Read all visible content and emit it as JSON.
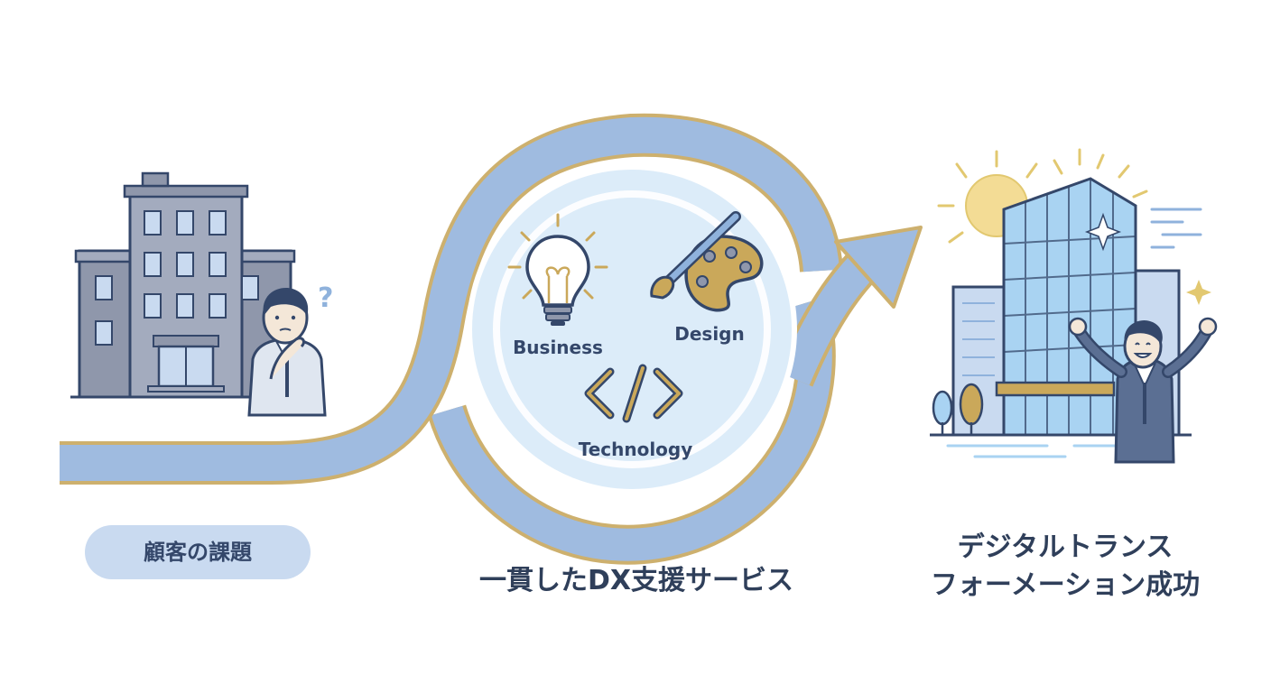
{
  "labels": {
    "problem": "顧客の課題",
    "service": "一貫したDX支援サービス",
    "success_line1": "デジタルトランス",
    "success_line2": "フォーメーション成功"
  },
  "domains": {
    "business": "Business",
    "design": "Design",
    "technology": "Technology"
  },
  "colors": {
    "path_fill": "#9fbbe0",
    "path_outline": "#cdb06e",
    "building_grey": "#8f97ab",
    "navy": "#34476a",
    "gold": "#caa85a",
    "sky_blue": "#a9d3f2"
  }
}
